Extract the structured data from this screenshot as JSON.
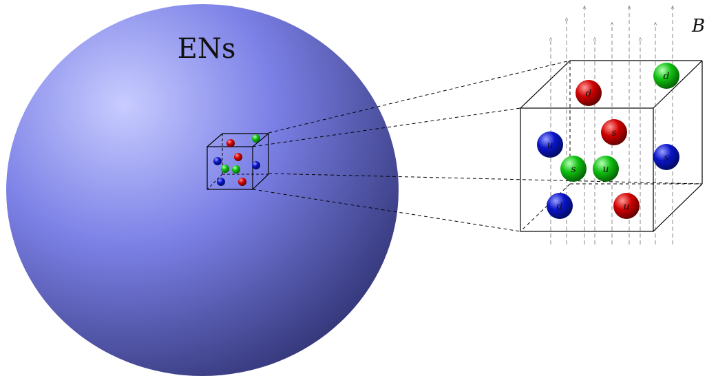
{
  "diagram": {
    "sphere_label": "ENs",
    "field_label": "B",
    "colors": {
      "sphere_light": "#c8ccff",
      "sphere_mid": "#7b80e6",
      "sphere_dark": "#2e3170",
      "quark_red": "#d00000",
      "quark_green": "#10c010",
      "quark_blue": "#0a14c8",
      "dashed": "#000000",
      "field_arrow": "#888888"
    },
    "big_cube_quarks": [
      {
        "name": "d",
        "color": "red"
      },
      {
        "name": "d",
        "color": "green"
      },
      {
        "name": "u",
        "color": "blue"
      },
      {
        "name": "s",
        "color": "red"
      },
      {
        "name": "s",
        "color": "blue"
      },
      {
        "name": "s",
        "color": "green"
      },
      {
        "name": "u",
        "color": "green"
      },
      {
        "name": "d",
        "color": "blue"
      },
      {
        "name": "u",
        "color": "red"
      }
    ],
    "small_cube_quarks": [
      {
        "color": "red"
      },
      {
        "color": "green"
      },
      {
        "color": "red"
      },
      {
        "color": "blue"
      },
      {
        "color": "green"
      },
      {
        "color": "green"
      },
      {
        "color": "blue"
      },
      {
        "color": "blue"
      },
      {
        "color": "red"
      }
    ]
  }
}
